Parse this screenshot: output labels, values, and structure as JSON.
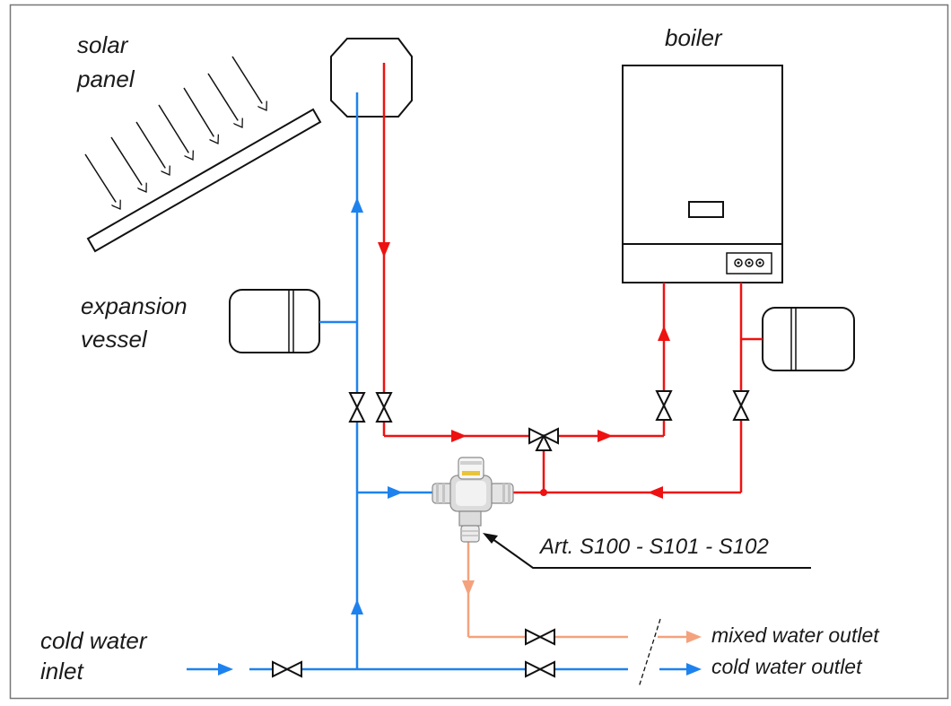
{
  "labels": {
    "solar_panel": [
      "solar",
      "panel"
    ],
    "boiler": "boiler",
    "expansion_vessel": [
      "expansion",
      "vessel"
    ],
    "cold_water_inlet": [
      "cold water",
      "inlet"
    ],
    "article": "Art. S100 - S101 -  S102",
    "mixed_water_outlet": "mixed water outlet",
    "cold_water_outlet": "cold water outlet"
  },
  "colors": {
    "hot": "#ee1111",
    "cold": "#1e82ee",
    "mixed": "#f4a27e",
    "line": "#111111"
  }
}
